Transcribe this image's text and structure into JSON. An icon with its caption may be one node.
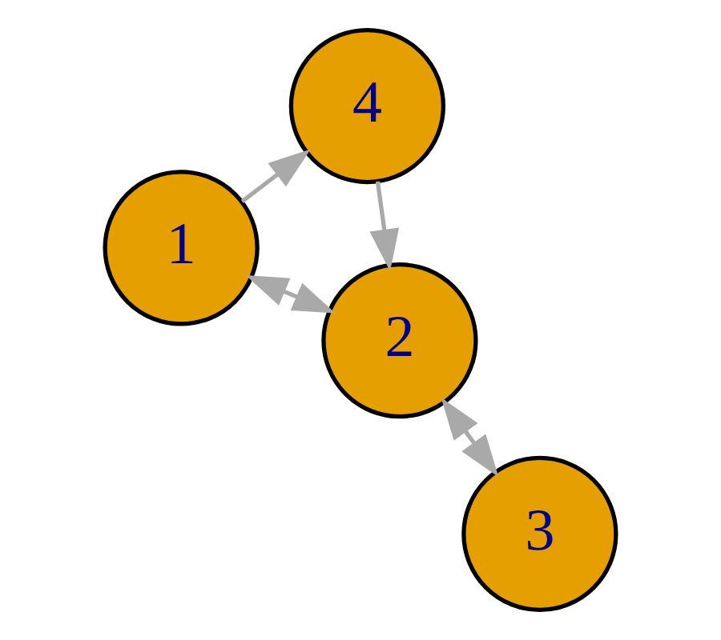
{
  "diagram": {
    "nodes": [
      {
        "text": [
          "1"
        ]
      },
      {
        "text": [
          "2"
        ]
      },
      {
        "text": [
          "3"
        ]
      },
      {
        "text": [
          "4"
        ]
      }
    ],
    "edges": [
      {
        "from": 0,
        "to": 1,
        "arrow": "both"
      },
      {
        "from": 1,
        "to": 2,
        "arrow": "both"
      },
      {
        "from": 0,
        "to": 3,
        "arrow": "to"
      },
      {
        "from": 3,
        "to": 1,
        "arrow": "to"
      }
    ]
  }
}
